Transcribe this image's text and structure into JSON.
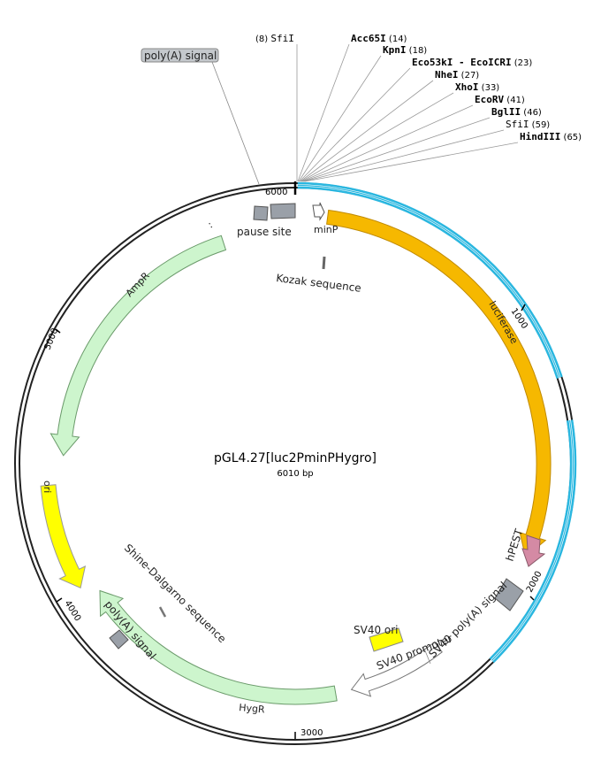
{
  "plasmid": {
    "name": "pGL4.27[luc2PminPHygro]",
    "size_label": "6010 bp",
    "length_bp": 6010
  },
  "colors": {
    "backbone": "#222222",
    "selection": "#2ab7e0",
    "luciferase": "#f6b800",
    "luciferase_stroke": "#c08a00",
    "ori": "#ffff00",
    "resistance": "#cdf5cd",
    "hpest": "#d48aa4",
    "gray": "#9aa0a8",
    "white": "#ffffff"
  },
  "restriction_sites": [
    {
      "name": "SfiI",
      "pos": "(8)",
      "bold": false
    },
    {
      "name": "Acc65I",
      "pos": "(14)",
      "bold": true
    },
    {
      "name": "KpnI",
      "pos": "(18)",
      "bold": true
    },
    {
      "name": "Eco53kI - EcoICRI",
      "pos": "(23)",
      "bold": true
    },
    {
      "name": "NheI",
      "pos": "(27)",
      "bold": true
    },
    {
      "name": "XhoI",
      "pos": "(33)",
      "bold": true
    },
    {
      "name": "EcoRV",
      "pos": "(41)",
      "bold": true
    },
    {
      "name": "BglII",
      "pos": "(46)",
      "bold": true
    },
    {
      "name": "SfiI",
      "pos": "(59)",
      "bold": false
    },
    {
      "name": "HindIII",
      "pos": "(65)",
      "bold": true
    }
  ],
  "features": {
    "luciferase": "luciferase",
    "hpest": "hPEST",
    "ampr": "AmpR",
    "ori": "ori",
    "hygr": "HygR",
    "sv40_ori": "SV40 ori",
    "sv40_promoter": "SV40 promoter",
    "sv40_polya": "SV40 poly(A) signal",
    "pause_site": "pause site",
    "minp": "minP",
    "kozak": "Kozak sequence",
    "polya_top": "poly(A) signal",
    "polya_bottom": "poly(A) signal",
    "shine_dalgarno": "Shine-Dalgarno sequence"
  },
  "ticks": [
    "1000",
    "2000",
    "3000",
    "4000",
    "5000",
    "6000"
  ]
}
